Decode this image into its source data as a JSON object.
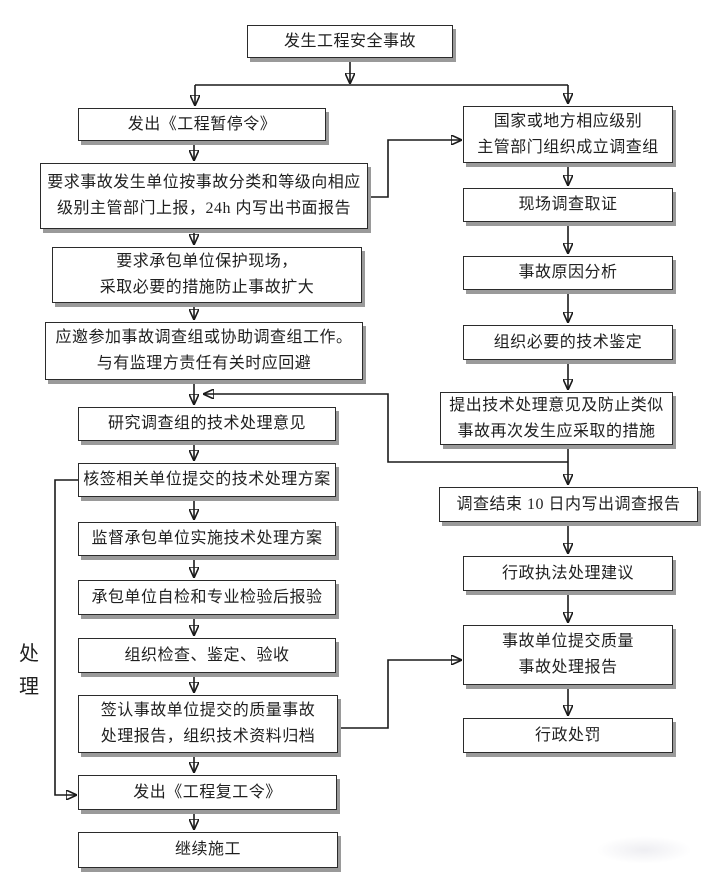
{
  "diagram": {
    "side_label": "处理",
    "colors": {
      "line": "#1a1a1a",
      "box_border": "#2b2b2b",
      "box_shadow": "#9a9a9a",
      "background": "#ffffff",
      "text": "#1f1f1f"
    },
    "nodes": {
      "start": {
        "l1": "发生工程安全事故"
      },
      "stop_order": {
        "l1": "发出《工程暂停令》"
      },
      "report_24h": {
        "l1": "要求事故发生单位按事故分类和等级向相应",
        "l2": "级别主管部门上报，24h 内写出书面报告"
      },
      "protect_site": {
        "l1": "要求承包单位保护现场，",
        "l2": "采取必要的措施防止事故扩大"
      },
      "join_investigation": {
        "l1": "应邀参加事故调查组或协助调查组工作。",
        "l2": "与有监理方责任有关时应回避"
      },
      "study_opinion": {
        "l1": "研究调查组的技术处理意见"
      },
      "verify_plan": {
        "l1": "核签相关单位提交的技术处理方案"
      },
      "supervise_plan": {
        "l1": "监督承包单位实施技术处理方案"
      },
      "contractor_check": {
        "l1": "承包单位自检和专业检验后报验"
      },
      "organize_acceptance": {
        "l1": "组织检查、鉴定、验收"
      },
      "sign_archive": {
        "l1": "签认事故单位提交的质量事故",
        "l2": "处理报告，组织技术资料归档"
      },
      "resume_order": {
        "l1": "发出《工程复工令》"
      },
      "continue_construction": {
        "l1": "继续施工"
      },
      "form_team": {
        "l1": "国家或地方相应级别",
        "l2": "主管部门组织成立调查组"
      },
      "site_evidence": {
        "l1": "现场调查取证"
      },
      "cause_analysis": {
        "l1": "事故原因分析"
      },
      "tech_appraisal": {
        "l1": "组织必要的技术鉴定"
      },
      "propose_measures": {
        "l1": "提出技术处理意见及防止类似",
        "l2": "事故再次发生应采取的措施"
      },
      "investigation_report": {
        "l1": "调查结束 10 日内写出调查报告"
      },
      "enforcement_advice": {
        "l1": "行政执法处理建议"
      },
      "submit_quality_report": {
        "l1": "事故单位提交质量",
        "l2": "事故处理报告"
      },
      "admin_penalty": {
        "l1": "行政处罚"
      }
    }
  }
}
